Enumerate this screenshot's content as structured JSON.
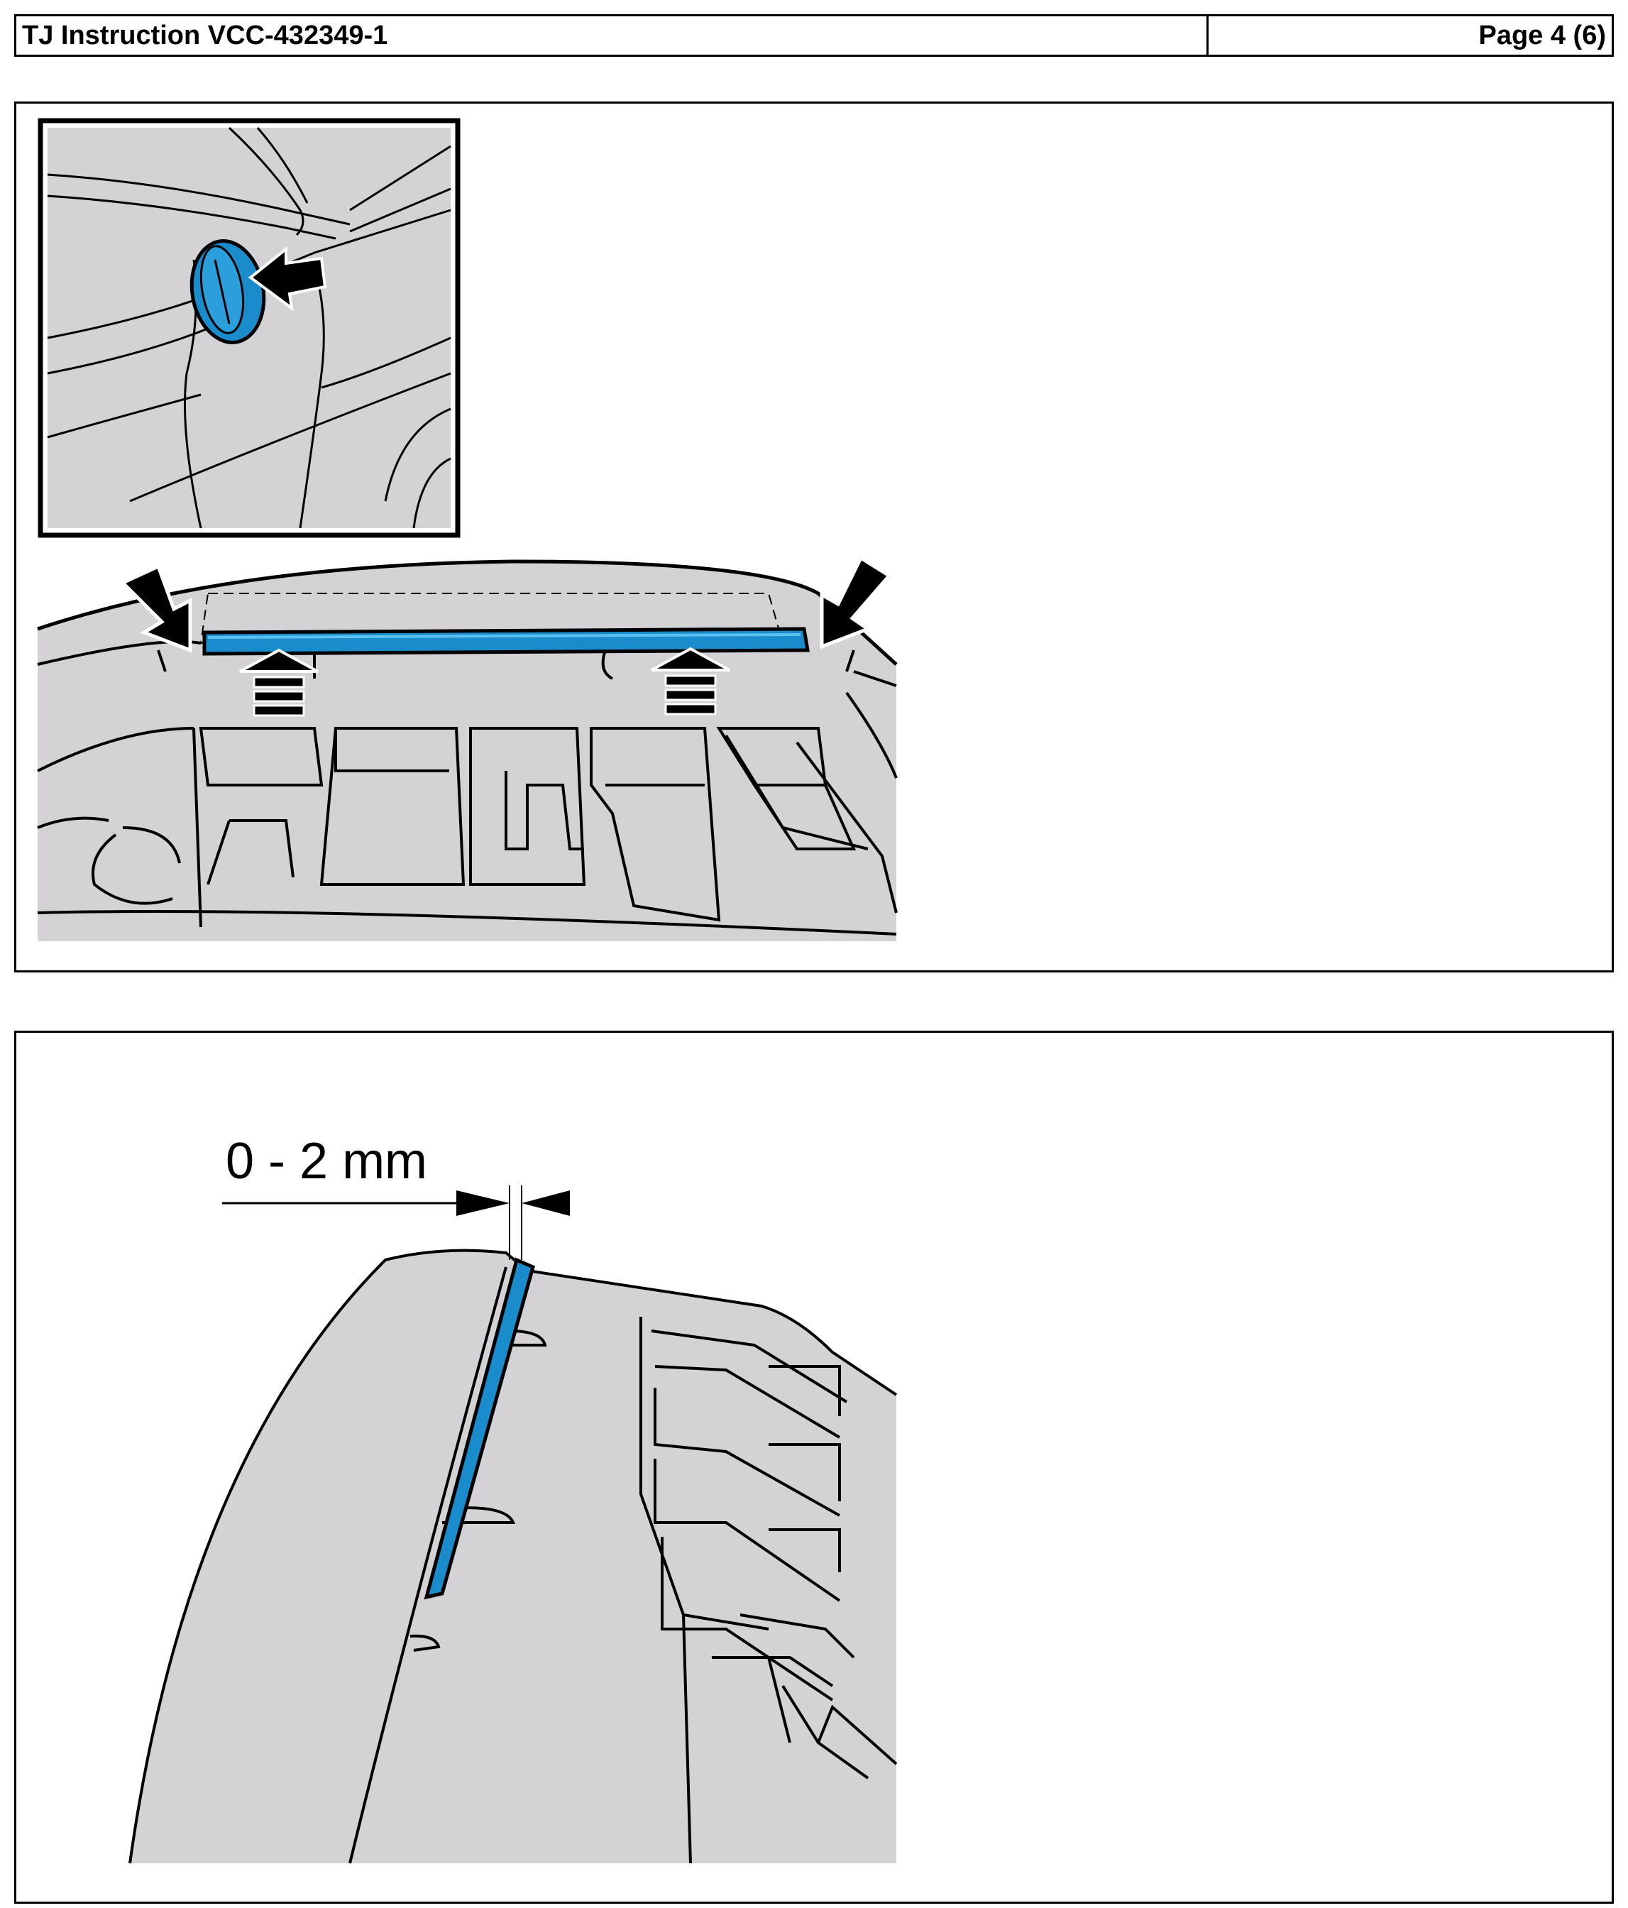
{
  "header": {
    "title": "TJ Instruction VCC-432349-1",
    "page": "Page 4 (6)"
  },
  "figure2": {
    "dimension_label": "0 - 2 mm"
  },
  "colors": {
    "part_blue": "#1a8ccc",
    "surface_gray": "#d4d2d4",
    "arrow_black": "#000000"
  },
  "icons": [
    "arrow-icon",
    "push-up-arrow-icon"
  ]
}
